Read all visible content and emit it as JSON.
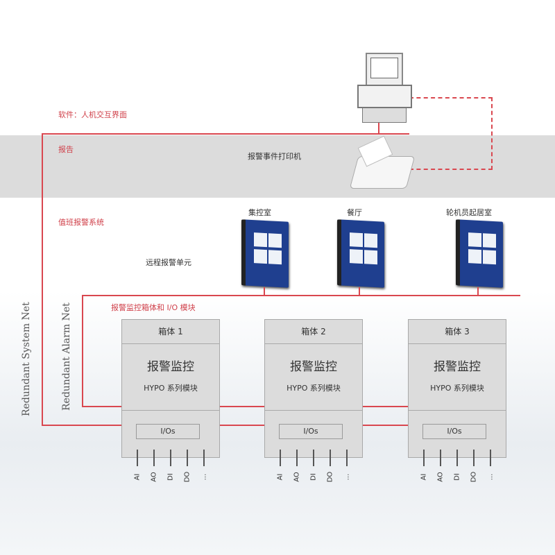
{
  "labels": {
    "software": "软件：人机交互界面",
    "report": "报告",
    "printer": "报警事件打印机",
    "duty_alarm": "值班报警系统",
    "remote_unit": "远程报警单元",
    "cabinet_io": "报警监控箱体和 I/O 模块"
  },
  "nets": {
    "system": "Redundant System Net",
    "alarm": "Redundant Alarm Net"
  },
  "locations": [
    "集控室",
    "餐厅",
    "轮机员起居室"
  ],
  "cabinets": [
    {
      "name": "箱体 1",
      "title": "报警监控",
      "subtitle": "HYPO 系列模块",
      "io": "I/Os"
    },
    {
      "name": "箱体 2",
      "title": "报警监控",
      "subtitle": "HYPO 系列模块",
      "io": "I/Os"
    },
    {
      "name": "箱体 3",
      "title": "报警监控",
      "subtitle": "HYPO 系列模块",
      "io": "I/Os"
    }
  ],
  "pins": [
    "AI",
    "AO",
    "DI",
    "DO",
    "..."
  ],
  "colors": {
    "net": "#d9474f",
    "band": "#dcdcdc"
  }
}
